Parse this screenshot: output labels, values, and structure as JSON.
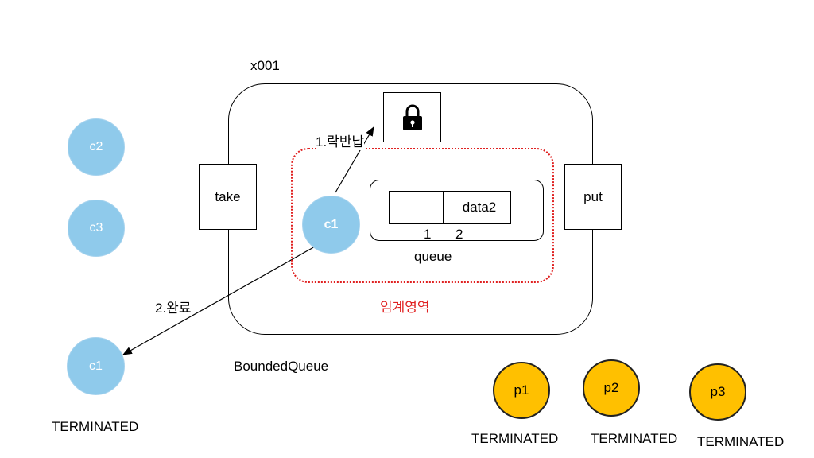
{
  "bounded_queue": {
    "address": "x001",
    "name": "BoundedQueue",
    "take_label": "take",
    "put_label": "put",
    "critical_section_label": "임계영역"
  },
  "lock": {
    "icon": "lock-icon"
  },
  "queue": {
    "label": "queue",
    "slots": [
      "",
      "data2"
    ],
    "indices": [
      "1",
      "2"
    ]
  },
  "consumers": {
    "c2": "c2",
    "c3": "c3",
    "c1_inside": "c1",
    "c1_done": "c1",
    "c1_done_status": "TERMINATED"
  },
  "producers": [
    {
      "name": "p1",
      "status": "TERMINATED"
    },
    {
      "name": "p2",
      "status": "TERMINATED"
    },
    {
      "name": "p3",
      "status": "TERMINATED"
    }
  ],
  "arrows": {
    "step1": "1.락반납",
    "step2": "2.완료"
  },
  "colors": {
    "consumer": "#8fcaeb",
    "producer": "#ffc000",
    "critical_section": "#e02020"
  }
}
